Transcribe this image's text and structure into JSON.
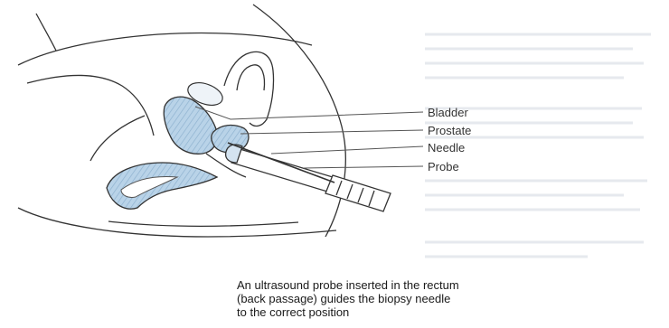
{
  "labels": {
    "bladder": "Bladder",
    "prostate": "Prostate",
    "needle": "Needle",
    "probe": "Probe"
  },
  "caption": {
    "line1": "An ultrasound probe inserted in the rectum",
    "line2": "(back passage) guides the biopsy needle",
    "line3": "to the correct position"
  },
  "colors": {
    "organ_fill": "#b9d3e8",
    "organ_stripe": "#8fb2d0",
    "outline": "#333333",
    "faint": "#e4e7ec"
  }
}
